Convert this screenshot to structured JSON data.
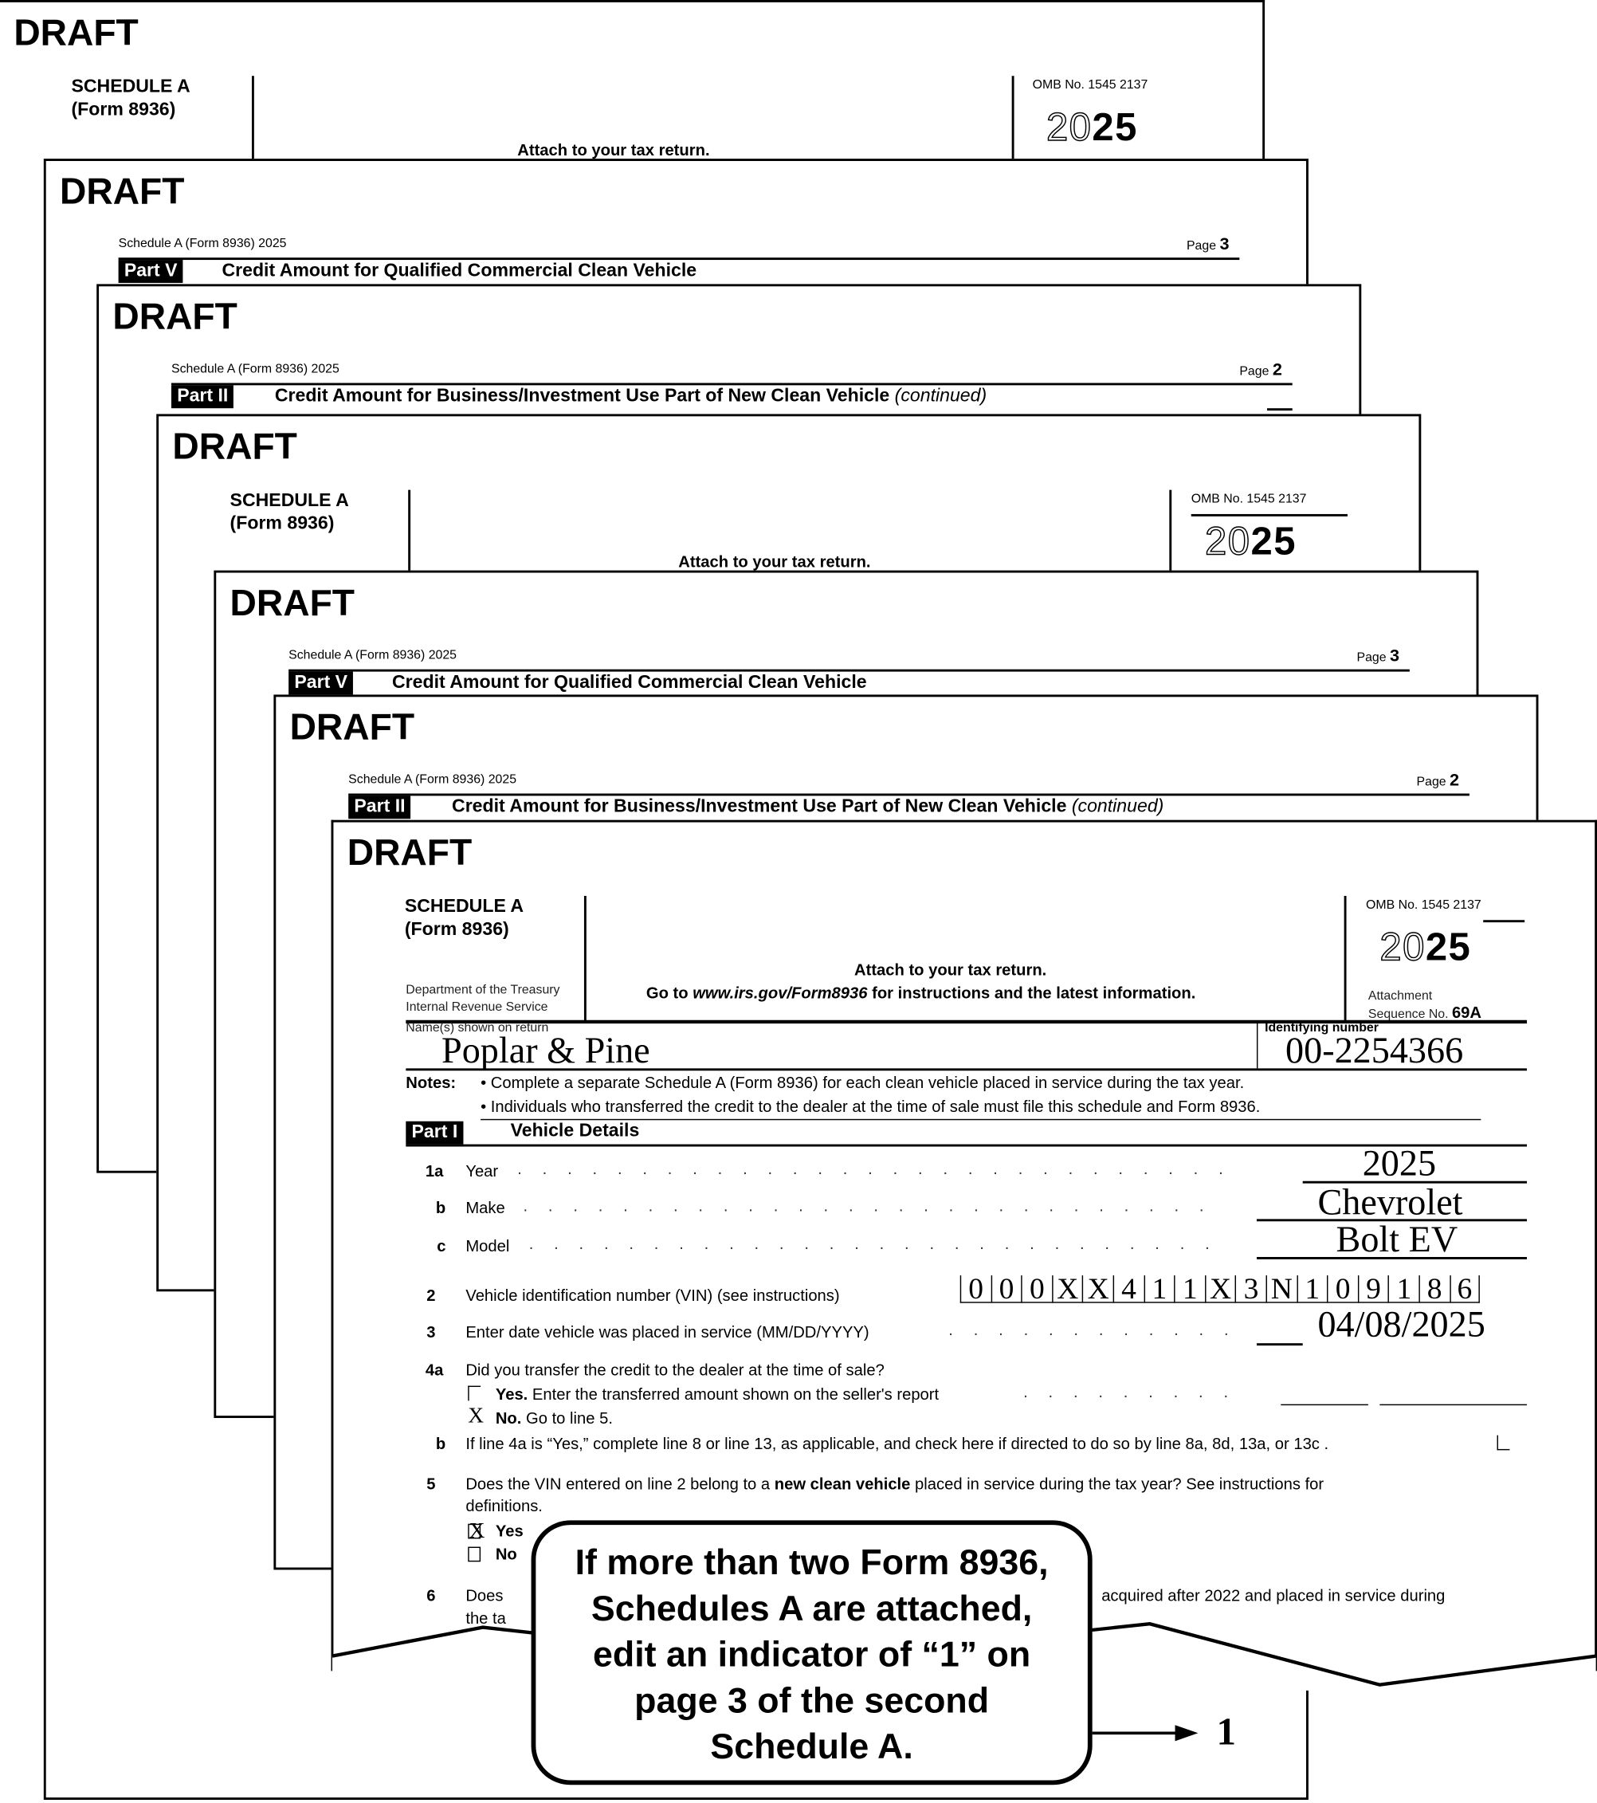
{
  "draft": "DRAFT",
  "schedule_title": "SCHEDULE A",
  "schedule_form": "(Form 8936)",
  "attach": "Attach to your tax return.",
  "omb": "OMB No. 1545 2137",
  "year_outline": "20",
  "year_bold": "25",
  "running_header": "Schedule A (Form 8936) 2025",
  "page_label": "Page",
  "page3": {
    "num": "3",
    "part": "Part V",
    "title": "Credit Amount for Qualified Commercial Clean Vehicle"
  },
  "page2": {
    "num": "2",
    "part": "Part II",
    "title": "Credit Amount for Business/Investment Use Part of New Clean Vehicle",
    "continued": "(continued)"
  },
  "front": {
    "dept1": "Department of the Treasury",
    "dept2": "Internal Revenue Service",
    "goto_pre": "Go to ",
    "goto_url": "www.irs.gov/Form8936",
    "goto_post": " for instructions and the latest information.",
    "attachment": "Attachment",
    "sequence": "Sequence No.",
    "sequence_num": "69A",
    "name_label": "Name(s) shown on return",
    "name_value": "Poplar & Pine",
    "id_label": "Identifying number",
    "id_value": "00-2254366",
    "notes_label": "Notes:",
    "note1": "• Complete a separate Schedule A (Form 8936) for each clean vehicle placed in service during the tax year.",
    "note2": "• Individuals who transferred the credit to the dealer at the time of sale must file this schedule and Form 8936.",
    "part": "Part I",
    "part_title": "Vehicle Details",
    "l1a": {
      "num": "1a",
      "label": "Year",
      "value": "2025"
    },
    "l1b": {
      "num": "b",
      "label": "Make",
      "value": "Chevrolet"
    },
    "l1c": {
      "num": "c",
      "label": "Model",
      "value": "Bolt EV"
    },
    "l2": {
      "num": "2",
      "label": "Vehicle identification number (VIN) (see instructions)",
      "vin": [
        "0",
        "0",
        "0",
        "X",
        "X",
        "4",
        "1",
        "1",
        "X",
        "3",
        "N",
        "1",
        "0",
        "9",
        "1",
        "8",
        "6"
      ]
    },
    "l3": {
      "num": "3",
      "label": "Enter date vehicle was placed in service (MM/DD/YYYY)",
      "value": "04/08/2025"
    },
    "l4a": {
      "num": "4a",
      "label": "Did you transfer the credit to the dealer at the time of sale?",
      "yes_bold": "Yes.",
      "yes_text": "Enter the transferred amount shown on the seller's report",
      "no_bold": "No.",
      "no_text": "Go to line 5.",
      "yes_checked": "",
      "no_checked": "X"
    },
    "l4b": {
      "num": "b",
      "label": "If line 4a is “Yes,” complete line 8 or line 13, as applicable, and check here if directed to do so by line 8a, 8d, 13a, or 13c ."
    },
    "l5": {
      "num": "5",
      "pre": "Does the VIN entered on line 2 belong to a ",
      "bold": "new clean vehicle",
      "post": " placed in service during the tax year? See instructions for",
      "line2": "definitions.",
      "yes": "Yes",
      "no": "No",
      "yes_checked": "X"
    },
    "l6": {
      "num": "6",
      "start": "Does",
      "end": "acquired after 2022 and placed in service during",
      "line2": "the ta"
    }
  },
  "callout": {
    "l1": "If more than two Form 8936,",
    "l2": "Schedules A are attached,",
    "l3": "edit an indicator of “1” on",
    "l4": "page 3 of the second",
    "l5": "Schedule A."
  },
  "indicator": "1"
}
